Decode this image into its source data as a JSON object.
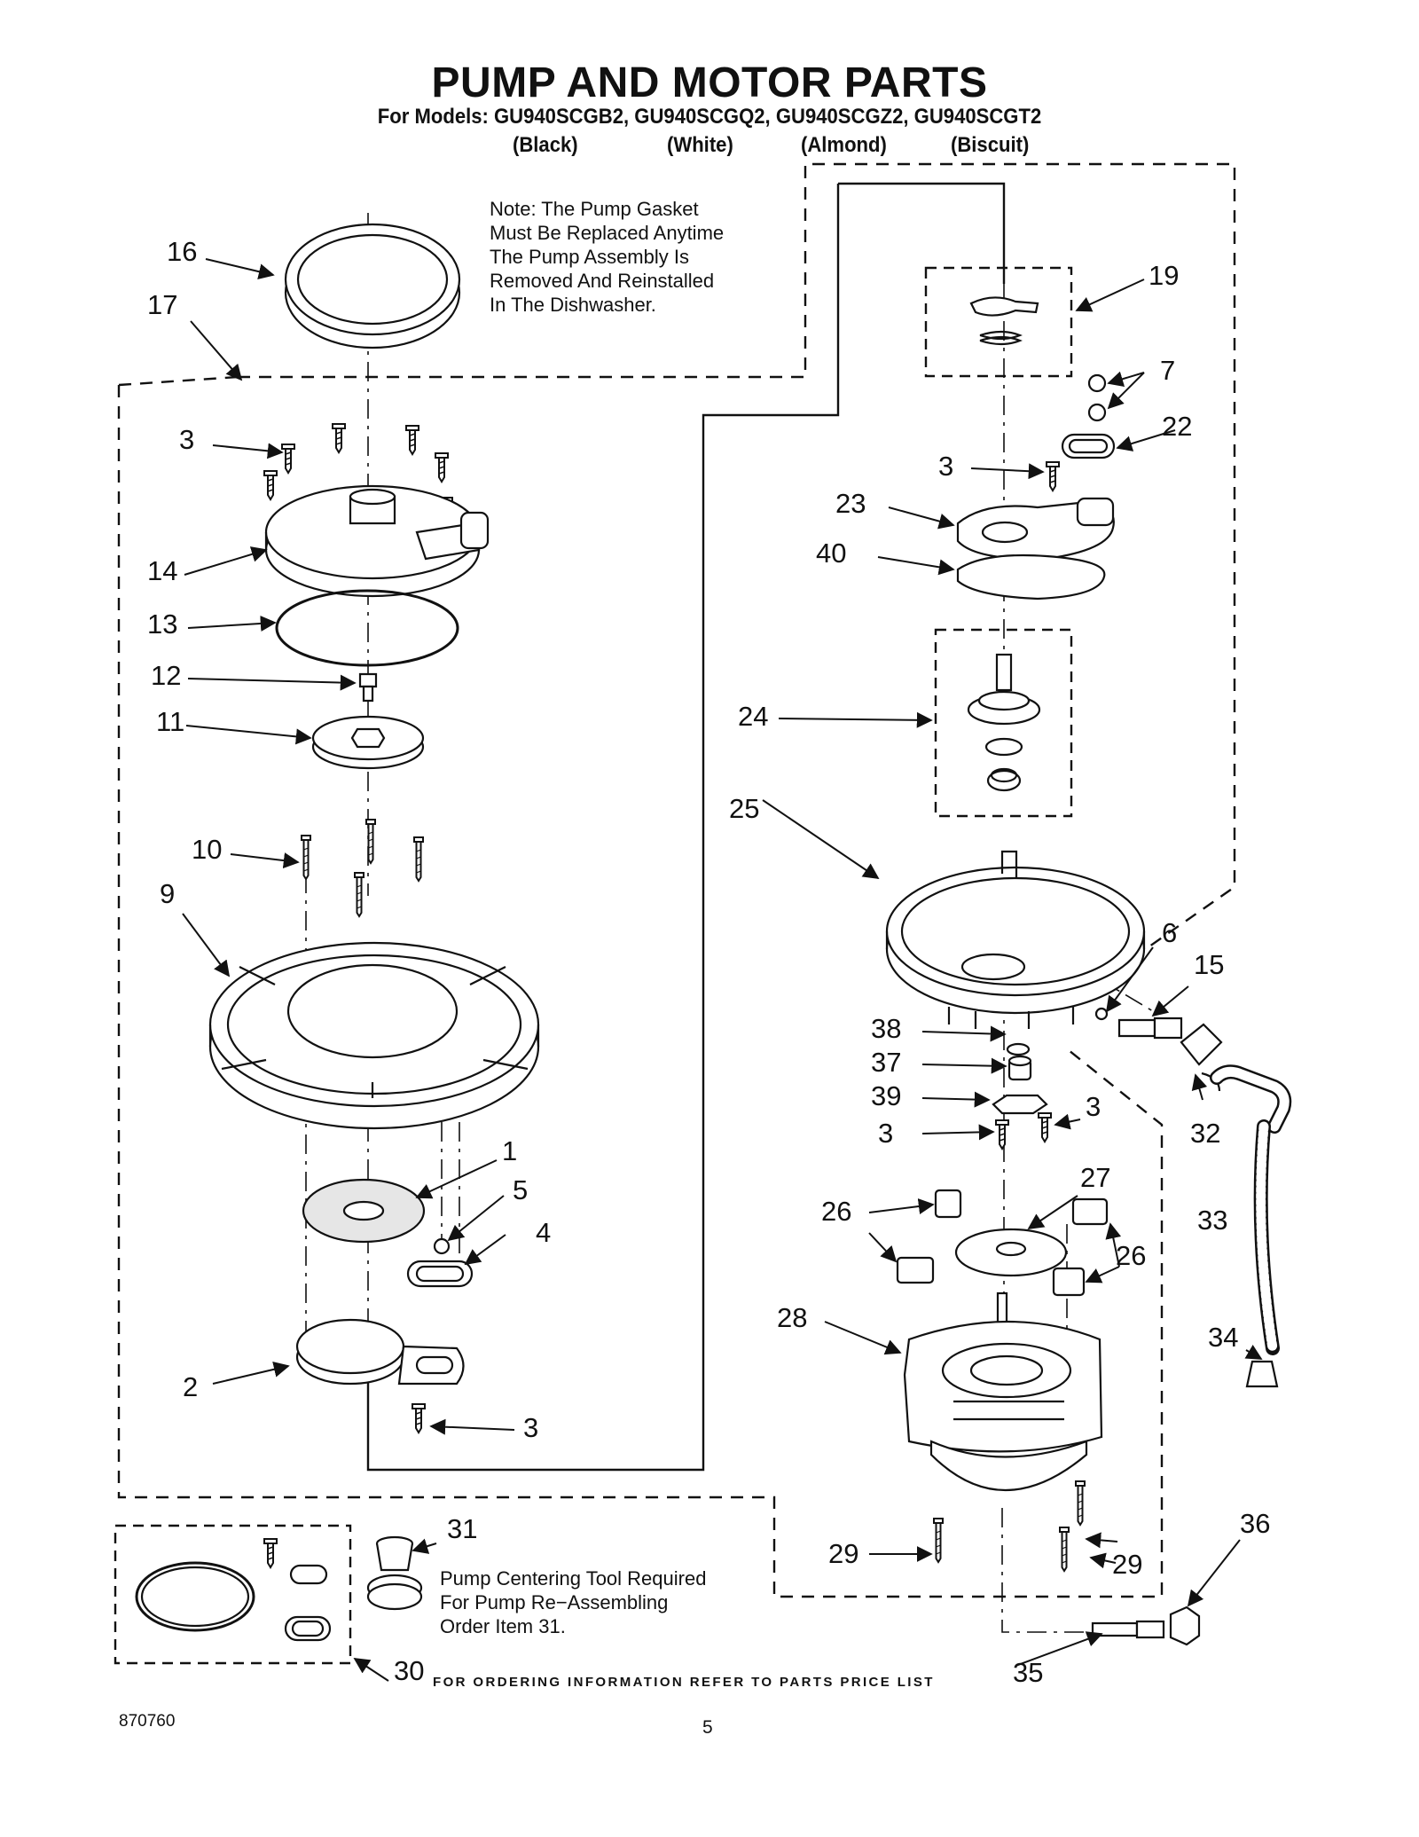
{
  "title": "PUMP AND MOTOR PARTS",
  "models_line": "For Models: GU940SCGB2, GU940SCGQ2, GU940SCGZ2, GU940SCGT2",
  "colors": [
    "(Black)",
    "(White)",
    "(Almond)",
    "(Biscuit)"
  ],
  "note": "Note: The Pump Gasket\nMust Be Replaced Anytime\nThe Pump Assembly Is\nRemoved And Reinstalled\nIn The Dishwasher.",
  "tool_note": "Pump Centering Tool Required\nFor Pump Re−Assembling\nOrder Item 31.",
  "footer": {
    "ordering": "FOR ORDERING INFORMATION REFER TO PARTS PRICE LIST",
    "doc_number": "870760",
    "page_number": "5"
  },
  "callouts": [
    {
      "id": "c16",
      "label": "16"
    },
    {
      "id": "c17",
      "label": "17"
    },
    {
      "id": "c3a",
      "label": "3"
    },
    {
      "id": "c14",
      "label": "14"
    },
    {
      "id": "c13",
      "label": "13"
    },
    {
      "id": "c12",
      "label": "12"
    },
    {
      "id": "c11",
      "label": "11"
    },
    {
      "id": "c10",
      "label": "10"
    },
    {
      "id": "c9",
      "label": "9"
    },
    {
      "id": "c1",
      "label": "1"
    },
    {
      "id": "c5",
      "label": "5"
    },
    {
      "id": "c4",
      "label": "4"
    },
    {
      "id": "c2",
      "label": "2"
    },
    {
      "id": "c3b",
      "label": "3"
    },
    {
      "id": "c19",
      "label": "19"
    },
    {
      "id": "c7",
      "label": "7"
    },
    {
      "id": "c22",
      "label": "22"
    },
    {
      "id": "c3c",
      "label": "3"
    },
    {
      "id": "c23",
      "label": "23"
    },
    {
      "id": "c40",
      "label": "40"
    },
    {
      "id": "c24",
      "label": "24"
    },
    {
      "id": "c25",
      "label": "25"
    },
    {
      "id": "c6",
      "label": "6"
    },
    {
      "id": "c15",
      "label": "15"
    },
    {
      "id": "c38",
      "label": "38"
    },
    {
      "id": "c37",
      "label": "37"
    },
    {
      "id": "c39",
      "label": "39"
    },
    {
      "id": "c3d",
      "label": "3"
    },
    {
      "id": "c3e",
      "label": "3"
    },
    {
      "id": "c32",
      "label": "32"
    },
    {
      "id": "c27",
      "label": "27"
    },
    {
      "id": "c26a",
      "label": "26"
    },
    {
      "id": "c26b",
      "label": "26"
    },
    {
      "id": "c33",
      "label": "33"
    },
    {
      "id": "c28",
      "label": "28"
    },
    {
      "id": "c34",
      "label": "34"
    },
    {
      "id": "c31",
      "label": "31"
    },
    {
      "id": "c36",
      "label": "36"
    },
    {
      "id": "c29a",
      "label": "29"
    },
    {
      "id": "c29b",
      "label": "29"
    },
    {
      "id": "c30",
      "label": "30"
    },
    {
      "id": "c35",
      "label": "35"
    }
  ]
}
